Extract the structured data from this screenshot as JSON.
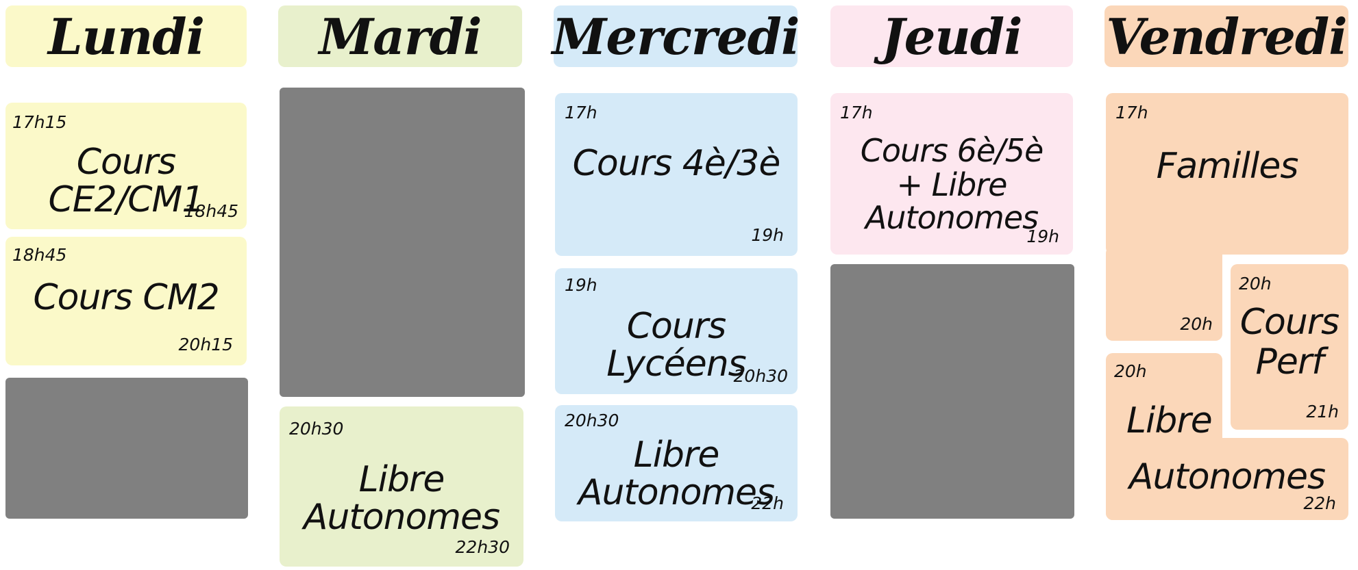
{
  "days": {
    "monday": "Lundi",
    "tuesday": "Mardi",
    "wednesday": "Mercredi",
    "thursday": "Jeudi",
    "friday": "Vendredi"
  },
  "lundi": {
    "cours_ce2": {
      "start": "17h15",
      "label": "Cours CE2/CM1",
      "end": "18h45"
    },
    "cours_cm2": {
      "start": "18h45",
      "label": "Cours CM2",
      "end": "20h15"
    }
  },
  "mardi": {
    "libre": {
      "start": "20h30",
      "label": "Libre Autonomes",
      "end": "22h30"
    }
  },
  "mercredi": {
    "cours_4e": {
      "start": "17h",
      "label": "Cours 4è/3è",
      "end": "19h"
    },
    "cours_lyceens": {
      "start": "19h",
      "label": "Cours Lycéens",
      "end": "20h30"
    },
    "libre": {
      "start": "20h30",
      "label": "Libre Autonomes",
      "end": "22h"
    }
  },
  "jeudi": {
    "cours_6e": {
      "start": "17h",
      "label_line1": "Cours 6è/5è",
      "label_line2": "+ Libre Autonomes",
      "end": "19h"
    }
  },
  "vendredi": {
    "familles": {
      "start": "17h",
      "label": "Familles",
      "end": "20h"
    },
    "cours_perf": {
      "start": "20h",
      "label_line1": "Cours",
      "label_line2": "Perf",
      "end": "21h"
    },
    "libre": {
      "start": "20h",
      "label_line1": "Libre",
      "label_line2": "Autonomes",
      "end": "22h"
    }
  }
}
